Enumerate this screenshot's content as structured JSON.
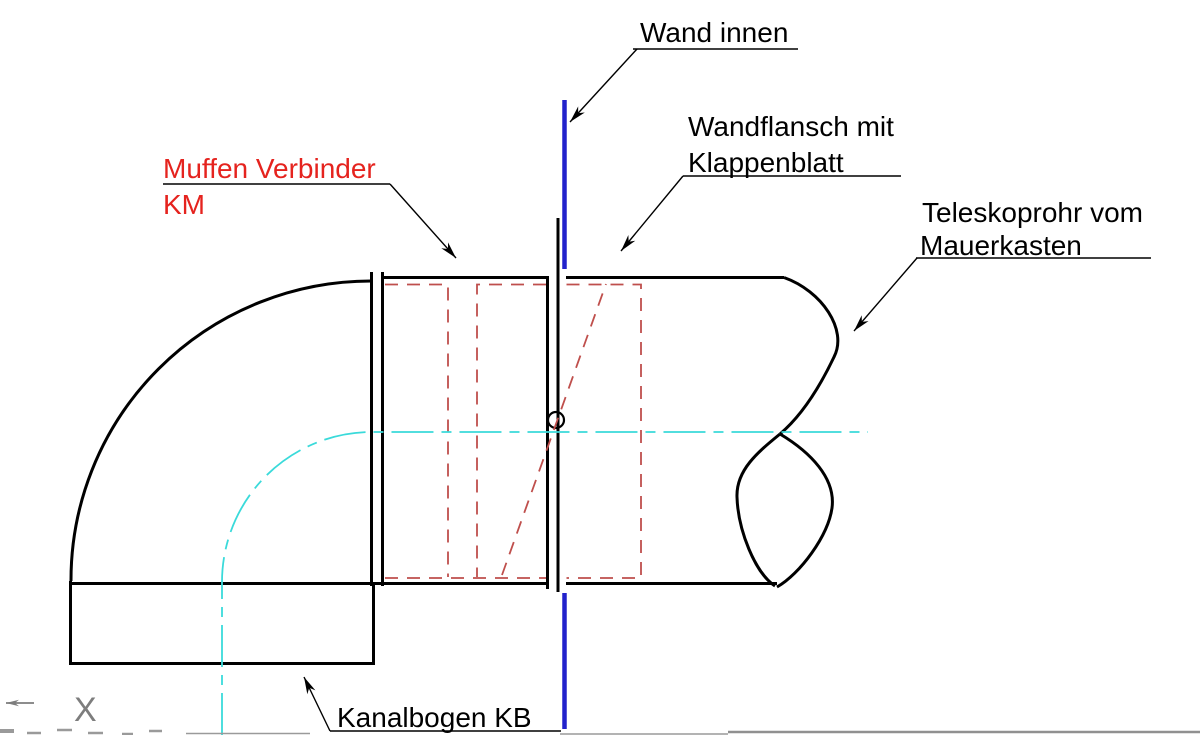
{
  "diagram": {
    "title_context": "Mauerkasten Wanddurchfuehrung Detailzeichnung",
    "labels": {
      "wand_innen": "Wand innen",
      "wandflansch_line1": "Wandflansch mit",
      "wandflansch_line2": "Klappenblatt",
      "teleskop_line1": "Teleskoprohr vom",
      "teleskop_line2": "Mauerkasten",
      "muffen_line1": "Muffen Verbinder",
      "muffen_line2": "KM",
      "kanalbogen": "Kanalbogen KB",
      "axis_x": "X"
    },
    "colors": {
      "outline": "#000000",
      "hidden-red": "#bf4f4c",
      "label-red": "#e5231e",
      "wall-blue": "#2222cc",
      "center-cyan": "#3adada",
      "axis-gray": "#7d7d7d",
      "clip-gray": "#9a9a9a",
      "background": "#ffffff"
    }
  }
}
